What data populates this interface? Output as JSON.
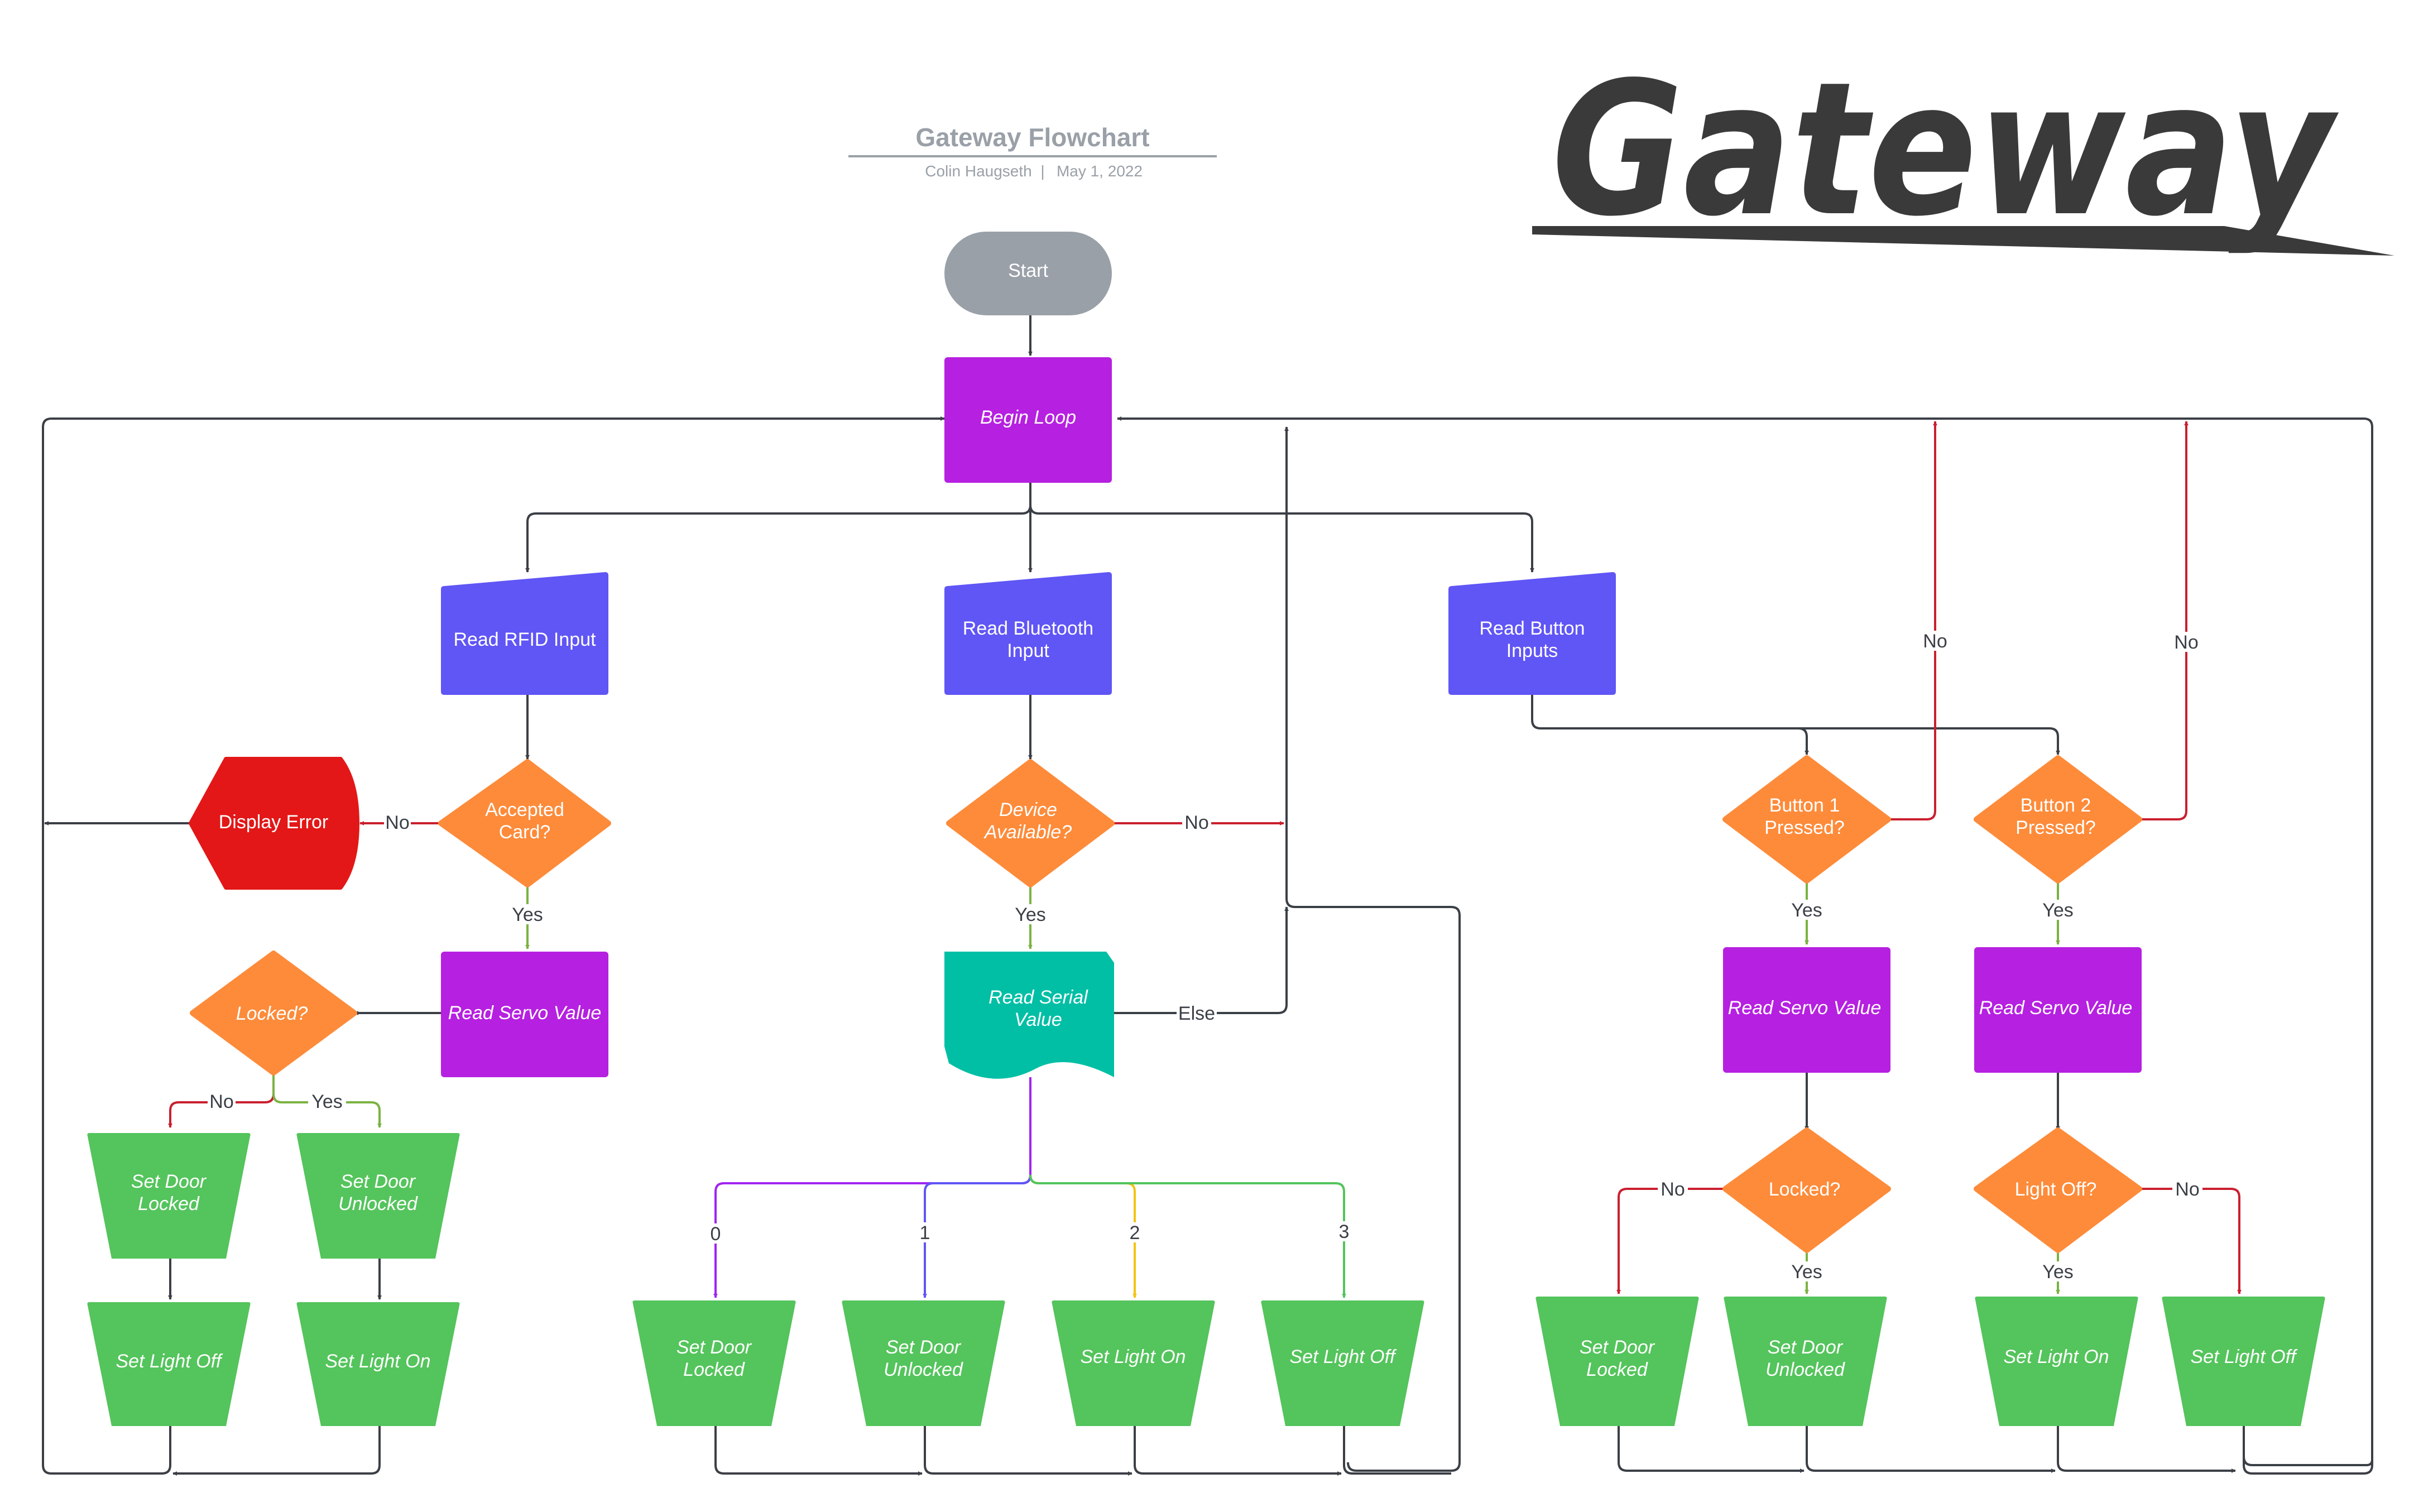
{
  "header": {
    "title": "Gateway Flowchart",
    "author": "Colin Haugseth",
    "separator": "|",
    "date": "May 1, 2022",
    "logo_text": "Gateway"
  },
  "colors": {
    "terminal": "#9aa0a8",
    "process": "#b620e0",
    "input": "#6055f5",
    "decision": "#fd8b3a",
    "error": "#e31717",
    "output": "#54c45c",
    "serial": "#00bfa5",
    "line": "#3b3f46",
    "no_line": "#c9202f",
    "yes_line": "#7bb242",
    "path0": "#a024f2",
    "path1": "#6055f5",
    "path2": "#f2c413",
    "path3": "#54c45c",
    "logo": "#3a3a3a"
  },
  "nodes": {
    "start": "Start",
    "begin_loop": "Begin Loop",
    "read_rfid": "Read RFID Input",
    "read_bluetooth": [
      "Read Bluetooth",
      "Input"
    ],
    "read_button": [
      "Read Button",
      "Inputs"
    ],
    "accepted_card": [
      "Accepted",
      "Card?"
    ],
    "display_error": "Display Error",
    "device_available": [
      "Device",
      "Available?"
    ],
    "button1": [
      "Button 1",
      "Pressed?"
    ],
    "button2": [
      "Button 2",
      "Pressed?"
    ],
    "read_servo_left": "Read Servo Value",
    "read_serial": [
      "Read Serial",
      "Value"
    ],
    "read_servo_b1": "Read Servo Value",
    "read_servo_b2": "Read Servo Value",
    "locked_left": "Locked?",
    "locked_right": "Locked?",
    "light_off_q": "Light Off?",
    "l_set_locked": [
      "Set Door",
      "Locked"
    ],
    "l_set_unlocked": [
      "Set Door",
      "Unlocked"
    ],
    "l_light_off": "Set Light Off",
    "l_light_on": "Set Light On",
    "m_set_locked": [
      "Set Door",
      "Locked"
    ],
    "m_set_unlocked": [
      "Set Door",
      "Unlocked"
    ],
    "m_light_on": "Set Light On",
    "m_light_off": "Set Light Off",
    "r_set_locked": [
      "Set Door",
      "Locked"
    ],
    "r_set_unlocked": [
      "Set Door",
      "Unlocked"
    ],
    "r_light_on": "Set Light On",
    "r_light_off": "Set Light Off"
  },
  "edge_labels": {
    "no": "No",
    "yes": "Yes",
    "else": "Else",
    "case0": "0",
    "case1": "1",
    "case2": "2",
    "case3": "3"
  }
}
